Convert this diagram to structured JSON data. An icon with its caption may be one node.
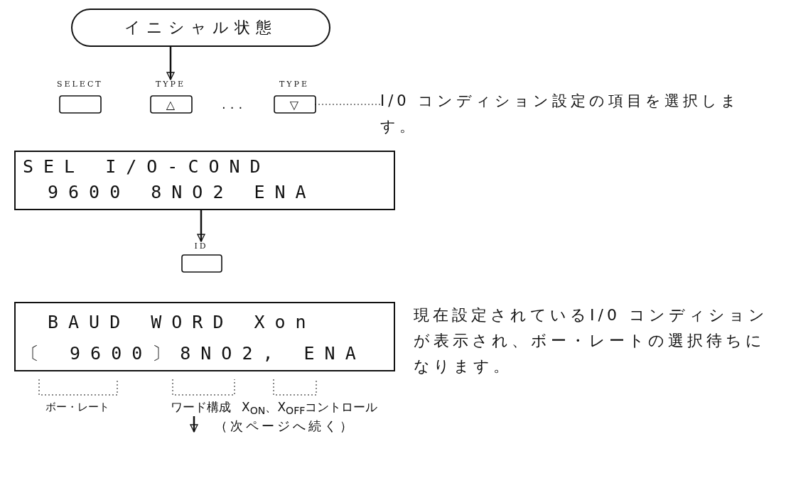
{
  "diagram": {
    "nodes": [
      {
        "text": [
          "イニシャル状態"
        ]
      },
      {
        "text": [
          "SELECT"
        ]
      },
      {
        "text": [
          "TYPE",
          "△"
        ]
      },
      {
        "text": [
          "TYPE",
          "▽"
        ]
      },
      {
        "text": [
          "SEL I/O-COND",
          "9600 8NO2 ENA"
        ]
      },
      {
        "text": [
          "I/0 コンディション設定の項目を選択します。"
        ]
      },
      {
        "text": [
          "ID"
        ]
      },
      {
        "text": [
          "BAUD WORD Xon",
          "〔 9600〕8NO2, ENA"
        ],
        "beside": [
          "現在設定されているI/0 コンディションが表示され、ボー・レートの選択待ちになります。"
        ]
      }
    ],
    "edges": [
      {
        "from": 0,
        "to": 2,
        "arrow": "to"
      },
      {
        "from": 4,
        "to": 6,
        "arrow": "to"
      },
      {
        "from": 5,
        "to": 3,
        "arrow": "none",
        "style": "dashed"
      }
    ],
    "labels": [
      "...",
      "ボー・レート",
      "ワード構成",
      "X$_{ON}$、X$_{OFF}$コントロール",
      "（次ページへ続く）"
    ]
  }
}
